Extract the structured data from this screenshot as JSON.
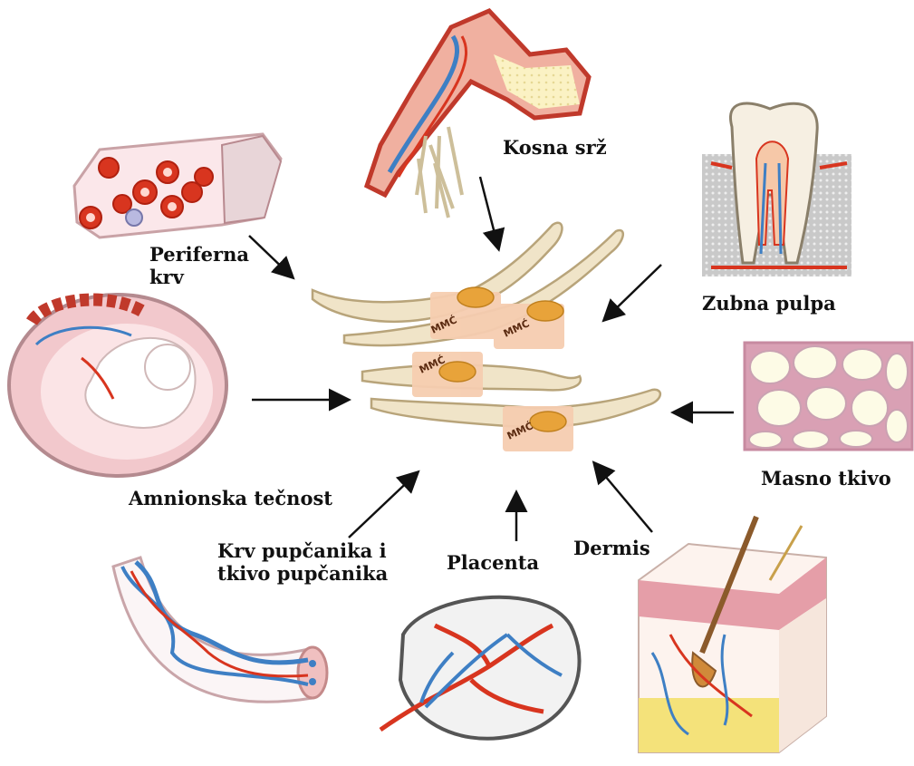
{
  "center": {
    "cell_label": "MMĆ",
    "cell_count": 4
  },
  "sources": [
    {
      "id": "bone-marrow",
      "label_lines": [
        "Kosna srž"
      ]
    },
    {
      "id": "peripheral-blood",
      "label_lines": [
        "Periferna",
        "krv"
      ]
    },
    {
      "id": "dental-pulp",
      "label_lines": [
        "Zubna pulpa"
      ]
    },
    {
      "id": "amniotic-fluid",
      "label_lines": [
        "Amnionska tečnost"
      ]
    },
    {
      "id": "adipose-tissue",
      "label_lines": [
        "Masno tkivo"
      ]
    },
    {
      "id": "umbilical-cord",
      "label_lines": [
        "Krv pupčanika i",
        "tkivo pupčanika"
      ]
    },
    {
      "id": "placenta",
      "label_lines": [
        "Placenta"
      ]
    },
    {
      "id": "dermis",
      "label_lines": [
        "Dermis"
      ]
    }
  ],
  "colors": {
    "cell": "#f0e4c8",
    "cell_outline": "#b8a47a",
    "nucleus": "#e8a33a",
    "nucleus_pad": "#f6cdb0",
    "blood": "#d8351f",
    "vein": "#3e7fc4",
    "arrow": "#111111"
  }
}
